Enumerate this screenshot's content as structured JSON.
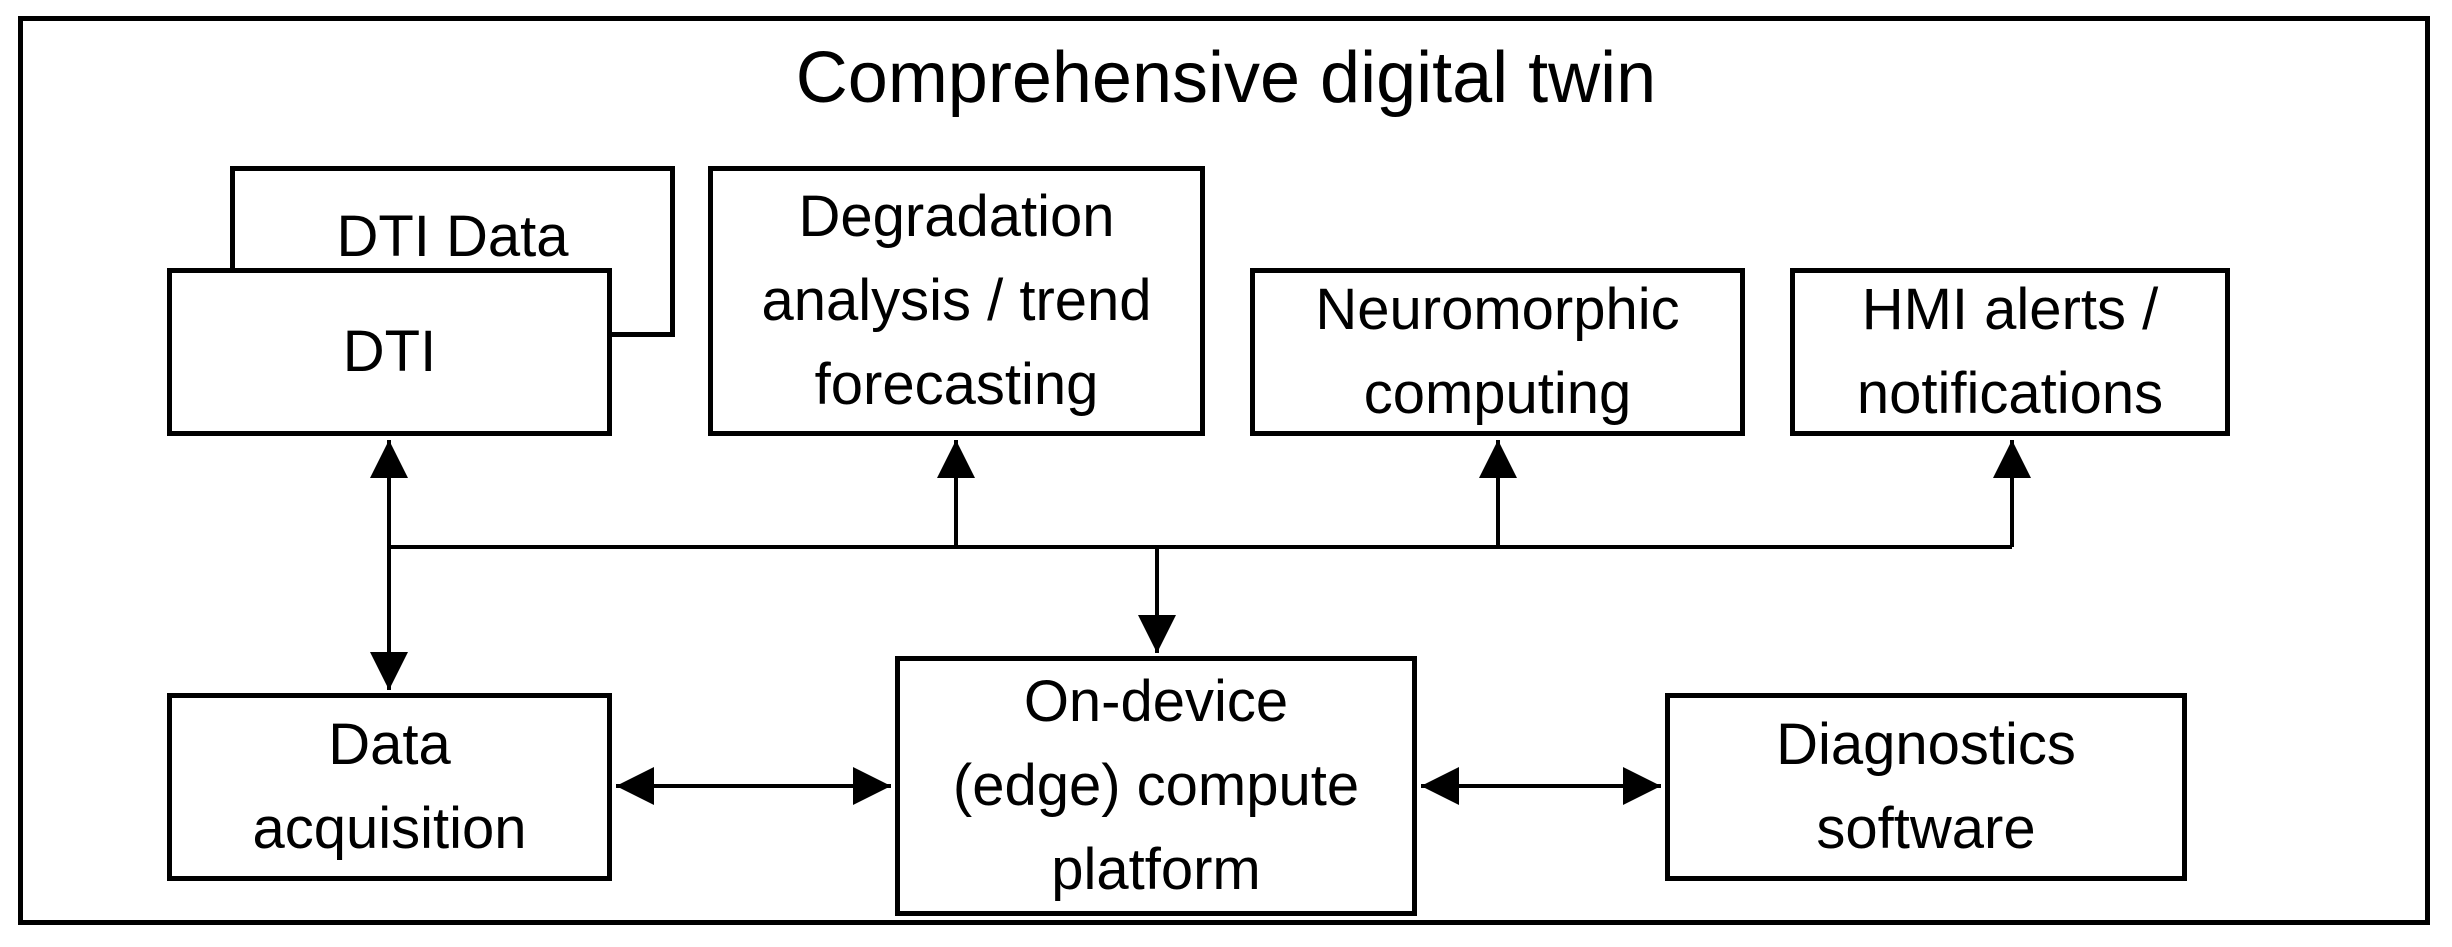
{
  "diagram": {
    "title": "Comprehensive digital twin",
    "nodes": {
      "dti_data": "DTI Data",
      "dti": "DTI",
      "degradation": "Degradation\nanalysis / trend\nforecasting",
      "neuromorphic": "Neuromorphic\ncomputing",
      "hmi": "HMI alerts /\nnotifications",
      "data_acquisition": "Data\nacquisition",
      "edge_compute": "On-device\n(edge) compute\nplatform",
      "diagnostics": "Diagnostics\nsoftware"
    },
    "edges": [
      {
        "from": "bus",
        "to": "dti",
        "arrow": "end"
      },
      {
        "from": "bus",
        "to": "data_acquisition",
        "arrow": "end"
      },
      {
        "from": "bus",
        "to": "degradation",
        "arrow": "end"
      },
      {
        "from": "bus",
        "to": "neuromorphic",
        "arrow": "end"
      },
      {
        "from": "bus",
        "to": "hmi",
        "arrow": "end"
      },
      {
        "from": "bus",
        "to": "edge_compute",
        "arrow": "end"
      },
      {
        "from": "data_acquisition",
        "to": "edge_compute",
        "arrow": "both"
      },
      {
        "from": "edge_compute",
        "to": "diagnostics",
        "arrow": "both"
      }
    ]
  }
}
